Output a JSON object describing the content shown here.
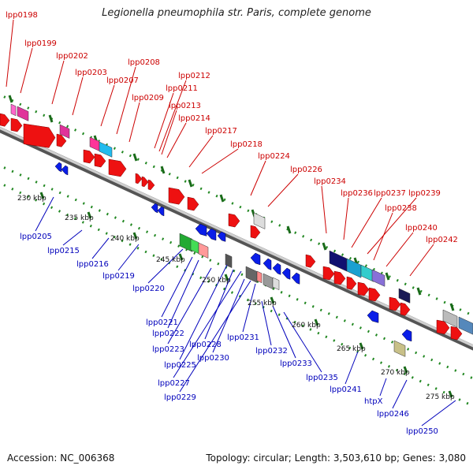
{
  "title": "Legionella pneumophila str. Paris, complete genome",
  "accession": "Accession: NC_006368",
  "topology": "Topology: circular; Length: 3,503,610 bp; Genes: 3,080",
  "colors": {
    "forward_label": "#cc0000",
    "reverse_label": "#0000bb",
    "track": "#999999",
    "dots": "#228822",
    "ticks": "#1a6b1a"
  },
  "kbp_ticks": [
    "230 kbp",
    "235 kbp",
    "240 kbp",
    "245 kbp",
    "250 kbp",
    "255 kbp",
    "260 kbp",
    "265 kbp",
    "270 kbp",
    "275 kbp"
  ],
  "forward_genes": [
    "lpp0198",
    "lpp0199",
    "lpp0202",
    "lpp0203",
    "lpp0207",
    "lpp0208",
    "lpp0209",
    "lpp0211",
    "lpp0212",
    "lpp0213",
    "lpp0214",
    "lpp0217",
    "lpp0218",
    "lpp0224",
    "lpp0226",
    "lpp0234",
    "lpp0236",
    "lpp0237",
    "lpp0239",
    "lpp0238",
    "lpp0240",
    "lpp0242"
  ],
  "reverse_genes": [
    "lpp0205",
    "lpp0215",
    "lpp0216",
    "lpp0219",
    "lpp0220",
    "lpp0221",
    "lpp0222",
    "lpp0223",
    "lpp0228",
    "lpp0225",
    "lpp0230",
    "lpp0231",
    "lpp0227",
    "lpp0229",
    "lpp0232",
    "lpp0233",
    "lpp0235",
    "lpp0241",
    "htpX",
    "lpp0246",
    "lpp0250"
  ]
}
